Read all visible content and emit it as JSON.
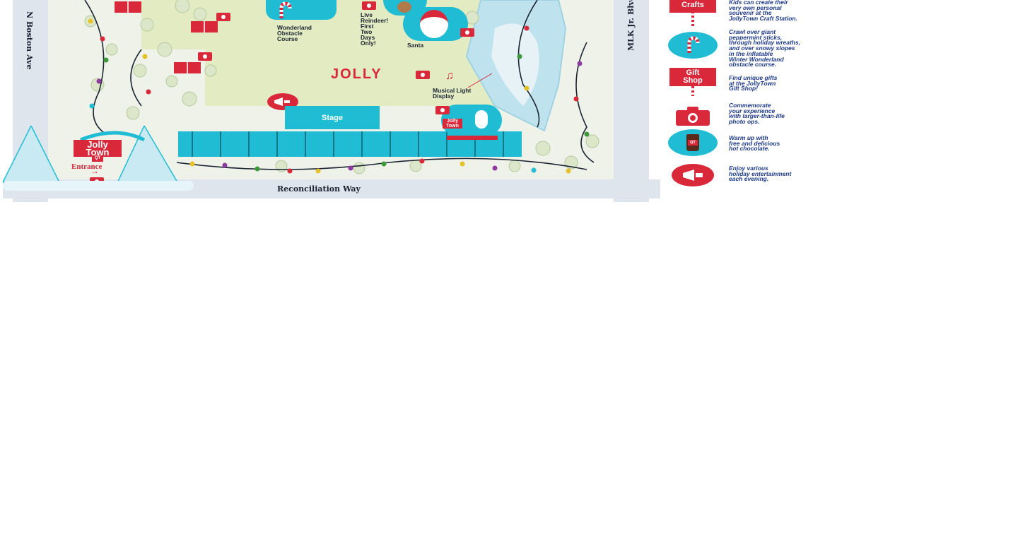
{
  "roads": {
    "left": "N Boston Ave",
    "right": "MLK Jr. Blvd",
    "bottom": "Reconciliation Way"
  },
  "map": {
    "obstacle_label": "Wonderland\nObstacle\nCourse",
    "reindeer_label": "Live\nReindeer!\nFirst\nTwo\nDays\nOnly!",
    "santa_label": "Santa",
    "jolly_word": "JOLLY",
    "musical_label": "Musical Light\nDisplay",
    "stage_label": "Stage",
    "entrance_label": "Entrance",
    "entrance_arrow": "→",
    "entrance_sign": "Jolly\nTown",
    "entrance_badge": "QT",
    "snowman_sign": "Jolly\nTown",
    "music_note": "♫"
  },
  "legend": [
    {
      "icon": "crafts-sign-icon",
      "sign": "Crafts",
      "text": "Kids can create their\nvery own personal\nsouvenir at the\nJollyTown Craft Station."
    },
    {
      "icon": "candy-cane-icon",
      "text": "Crawl over giant\npeppermint sticks,\nthrough holiday wreaths,\nand over snowy slopes\nin the inflatable\nWinter Wonderland\nobstacle course."
    },
    {
      "icon": "gift-shop-sign-icon",
      "sign": "Gift\nShop",
      "text": "Find unique gifts\nat the JollyTown\nGift Shop!"
    },
    {
      "icon": "camera-icon",
      "text": "Commemorate\nyour experience\nwith larger-than-life\nphoto ops."
    },
    {
      "icon": "hot-chocolate-icon",
      "cup": "QT",
      "text": "Warm up with\nfree and delicious\nhot chocolate."
    },
    {
      "icon": "megaphone-icon",
      "text": "Enjoy various\nholiday entertainment\neach evening."
    }
  ],
  "colors": {
    "brand_red": "#d8283a",
    "teal": "#20bcd4",
    "legend_text": "#1d3a8a",
    "lawn": "#e3ebc2",
    "road": "#dfe5ec"
  }
}
